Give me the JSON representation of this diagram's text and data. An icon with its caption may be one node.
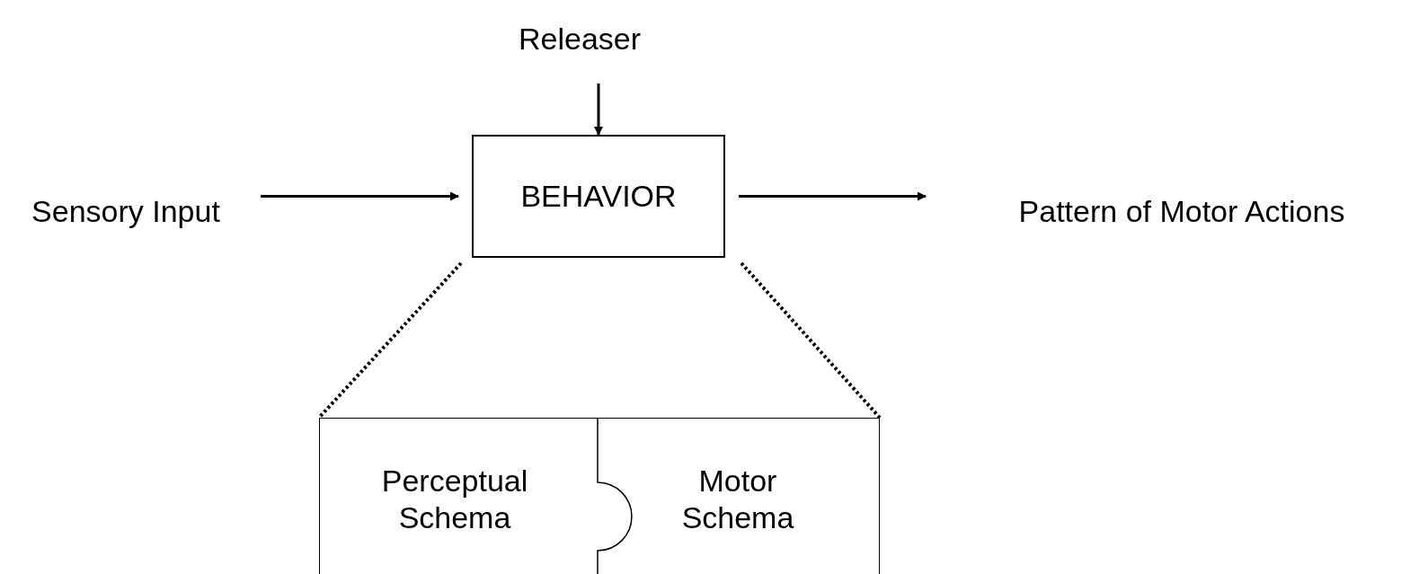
{
  "diagram": {
    "nodes": [
      {
        "text": [
          "Releaser"
        ]
      },
      {
        "text": [
          "Sensory Input"
        ]
      },
      {
        "text": [
          "BEHAVIOR"
        ]
      },
      {
        "text": [
          "Pattern of Motor Actions"
        ]
      },
      {
        "text": [],
        "shape": "box"
      },
      {
        "text": [
          "Perceptual Schema"
        ],
        "in": 4
      },
      {
        "text": [
          "Motor Schema"
        ],
        "in": 4
      }
    ],
    "edges": [
      {
        "from": 0,
        "to": 2,
        "arrow": "to"
      },
      {
        "from": 1,
        "to": 2,
        "arrow": "to"
      },
      {
        "from": 2,
        "to": 3,
        "arrow": "to"
      },
      {
        "from": 2,
        "to": 4,
        "arrow": "none",
        "style": "dashed"
      },
      {
        "from": 2,
        "to": 4,
        "arrow": "none",
        "style": "dashed"
      }
    ]
  }
}
